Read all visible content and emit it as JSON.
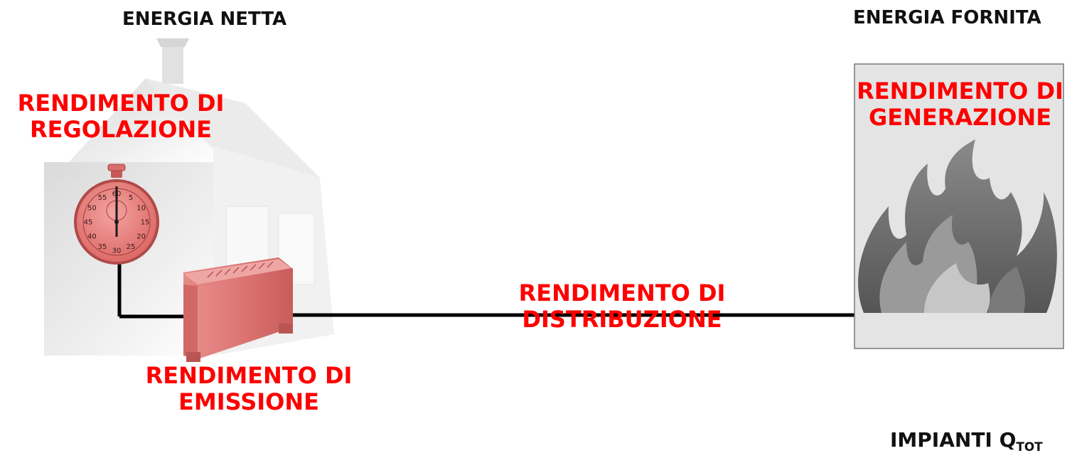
{
  "labels": {
    "energia_netta": "ENERGIA NETTA",
    "energia_fornita": "ENERGIA FORNITA",
    "regolazione_1": "RENDIMENTO DI",
    "regolazione_2": "REGOLAZIONE",
    "generazione_1": "RENDIMENTO DI",
    "generazione_2": "GENERAZIONE",
    "distribuzione_1": "RENDIMENTO DI",
    "distribuzione_2": "DISTRIBUZIONE",
    "emissione_1": "RENDIMENTO DI",
    "emissione_2": "EMISSIONE",
    "impianti": "IMPIANTI Q",
    "impianti_sub": "TOT"
  },
  "clock_numbers": [
    "60",
    "5",
    "10",
    "15",
    "20",
    "25",
    "30",
    "35",
    "40",
    "45",
    "50",
    "55"
  ],
  "colors": {
    "accent_red": "#ff0000",
    "unit_pink": "#e07a78",
    "house_gray": "#e2e2e2",
    "flame_gray": "#6e6e6e",
    "box_gray": "#e4e4e4",
    "line_black": "#000000"
  }
}
